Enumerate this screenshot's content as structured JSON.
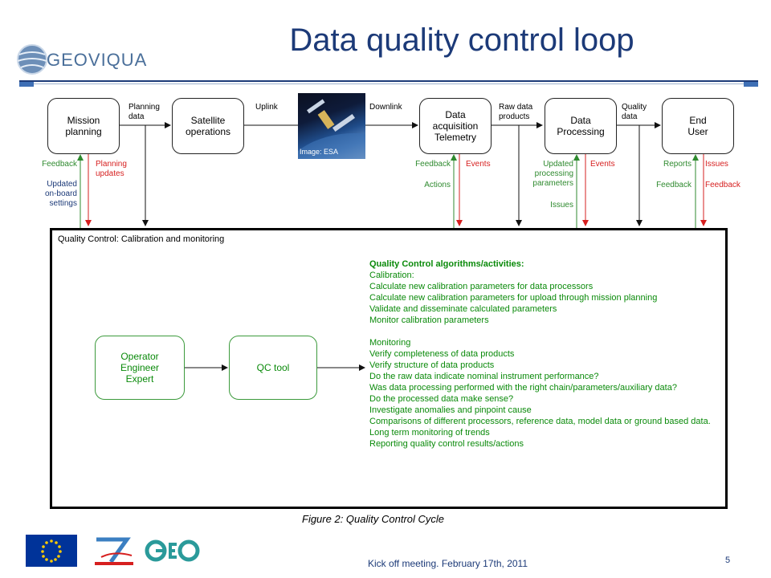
{
  "slide": {
    "title": "Data quality control loop",
    "logo_text": "GEOVIQUA",
    "footer": "Kick off meeting. February 17th, 2011",
    "page_number": "5",
    "brand_color": "#1c3a78"
  },
  "flow": {
    "nodes": {
      "mission": "Mission\nplanning",
      "satellite": "Satellite\noperations",
      "acquisition": "Data\nacquisition\nTelemetry",
      "processing": "Data\nProcessing",
      "enduser": "End\nUser"
    },
    "edges": {
      "planning_data": "Planning\ndata",
      "uplink": "Uplink",
      "downlink": "Downlink",
      "raw_products": "Raw data\nproducts",
      "quality_data": "Quality\ndata"
    },
    "image_caption": "Image: ESA",
    "feedback": {
      "mission_feedback": "Feedback",
      "mission_updated": "Updated\non-board\nsettings",
      "mission_planning_updates": "Planning\nupdates",
      "acq_feedback": "Feedback",
      "acq_actions": "Actions",
      "acq_events": "Events",
      "proc_updated": "Updated\nprocessing\nparameters",
      "proc_issues": "Issues",
      "proc_events": "Events",
      "user_reports": "Reports",
      "user_feedback_green": "Feedback",
      "user_issues": "Issues",
      "user_feedback_red": "Feedback"
    }
  },
  "qc": {
    "title": "Quality Control: Calibration and monitoring",
    "operator": "Operator\nEngineer\nExpert",
    "tool": "QC tool",
    "algo_heading": "Quality Control algorithms/activities:",
    "calibration": [
      "Calibration:",
      "Calculate new calibration parameters for data processors",
      "Calculate new calibration parameters for upload through mission planning",
      "Validate and disseminate calculated parameters",
      "Monitor calibration parameters"
    ],
    "monitoring": [
      "Monitoring",
      "Verify completeness of data products",
      "Verify structure of data products",
      "Do the raw data indicate nominal instrument performance?",
      "Was data processing performed with the right chain/parameters/auxiliary data?",
      "Do the processed data make sense?",
      "Investigate anomalies and pinpoint cause",
      "Comparisons of different processors, reference data,  model data or ground based data.",
      "Long term monitoring of trends",
      "Reporting quality control results/actions"
    ]
  },
  "caption": "Figure 2: Quality Control Cycle"
}
